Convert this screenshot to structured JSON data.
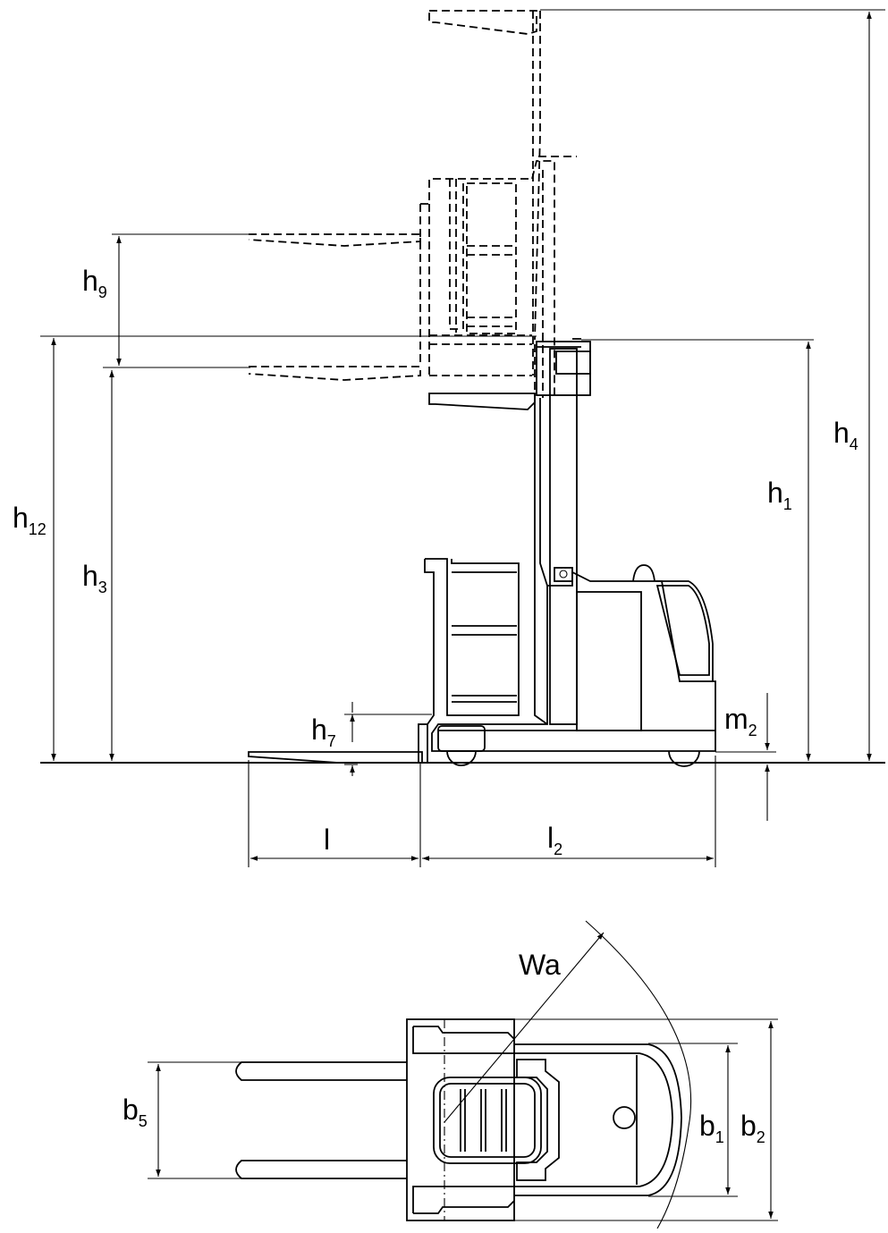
{
  "labels": {
    "h9": {
      "main": "h",
      "sub": "9"
    },
    "h12": {
      "main": "h",
      "sub": "12"
    },
    "h3": {
      "main": "h",
      "sub": "3"
    },
    "h7": {
      "main": "h",
      "sub": "7"
    },
    "h1": {
      "main": "h",
      "sub": "1"
    },
    "h4": {
      "main": "h",
      "sub": "4"
    },
    "m2": {
      "main": "m",
      "sub": "2"
    },
    "l": {
      "main": "l"
    },
    "l2": {
      "main": "l",
      "sub": "2"
    },
    "wa": {
      "main": "Wa"
    },
    "b5": {
      "main": "b",
      "sub": "5"
    },
    "b1": {
      "main": "b",
      "sub": "1"
    },
    "b2": {
      "main": "b",
      "sub": "2"
    }
  }
}
